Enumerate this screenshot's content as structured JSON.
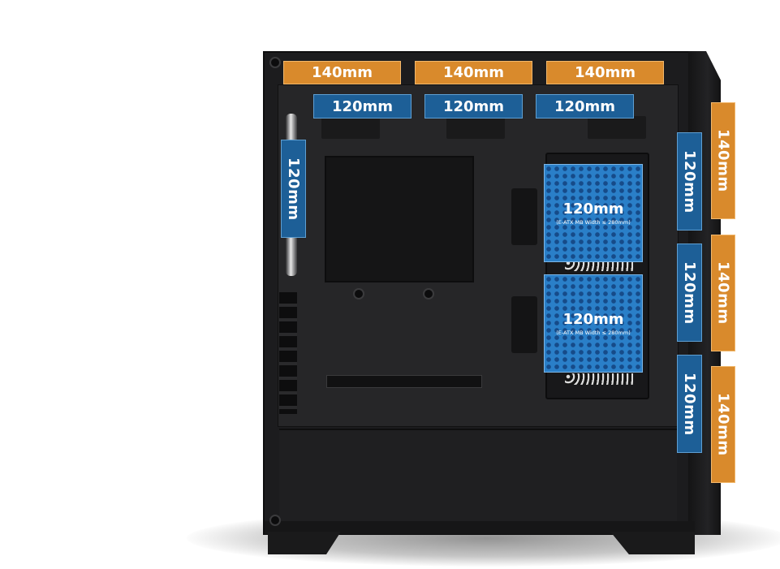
{
  "colors": {
    "fan_140": "#d98a2c",
    "fan_120": "#1d5f97",
    "case_body": "#1c1c1e"
  },
  "top_140": [
    "140mm",
    "140mm",
    "140mm"
  ],
  "top_120": [
    "120mm",
    "120mm",
    "120mm"
  ],
  "rear_120": "120mm",
  "side_mount": {
    "upper_label": "120mm",
    "upper_note": "(E-ATX MB Width ≤ 280mm)",
    "lower_label": "120mm",
    "lower_note": "(E-ATX MB Width ≤ 280mm)"
  },
  "front_120": [
    "120mm",
    "120mm",
    "120mm"
  ],
  "front_140": [
    "140mm",
    "140mm",
    "140mm"
  ]
}
